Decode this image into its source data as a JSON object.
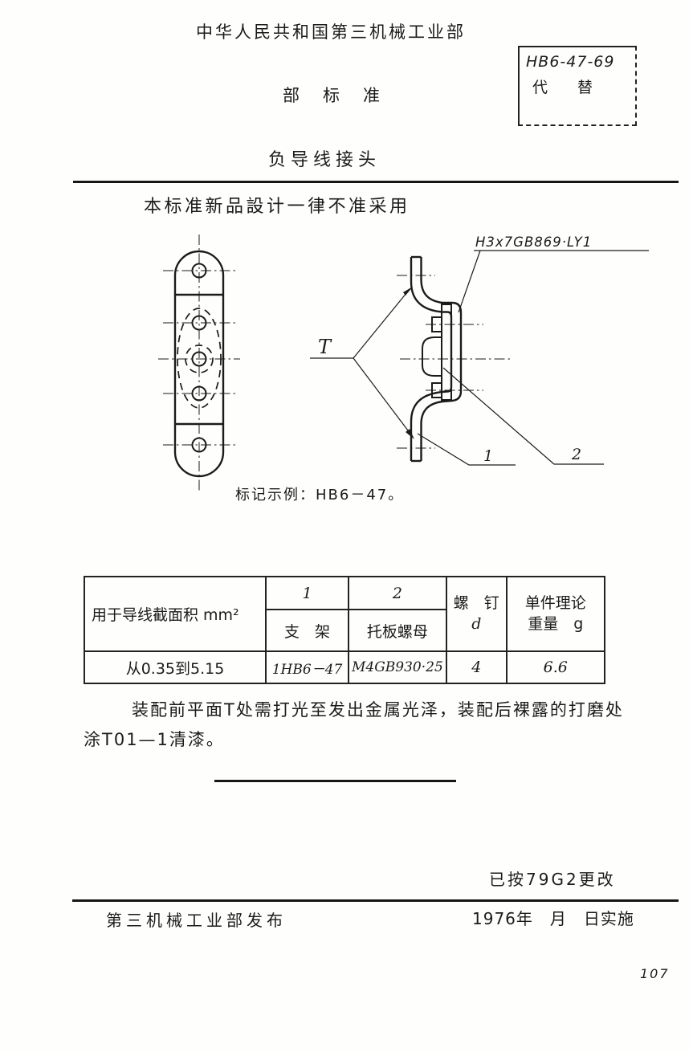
{
  "header": {
    "org": "中华人民共和国第三机械工业部",
    "standard_type": "部　标　准",
    "code": "HB6-47-69",
    "replaces": "代　替",
    "title": "负导线接头",
    "notice": "本标准新品設计一律不准采用"
  },
  "drawing": {
    "rivet_callout": "H3x7GB869·LY1",
    "surface_label": "T",
    "part1_label": "1",
    "part2_label": "2",
    "marking_example": "标记示例：HB6－47。"
  },
  "table": {
    "header": {
      "area": "用于导线截面积 mm²",
      "item1_no": "1",
      "item2_no": "2",
      "item1_name": "支　架",
      "item2_name": "托板螺母",
      "screw_line1": "螺　钉",
      "screw_line2": "d",
      "weight_line1": "单件理论",
      "weight_line2": "重量　g"
    },
    "row": {
      "area_range": "从0.35到5.15",
      "bracket": "1HB6－47",
      "nut": "M4GB930·25",
      "screw_d": "4",
      "weight": "6.6"
    }
  },
  "notes": {
    "line1": "装配前平面T处需打光至发出金属光泽，装配后裸露的打磨处",
    "line2": "涂T01—1清漆。"
  },
  "footer": {
    "change_note": "已按79G2更改",
    "issuer": "第三机械工业部发布",
    "implementation": "1976年　月　日实施",
    "page_number": "107"
  }
}
